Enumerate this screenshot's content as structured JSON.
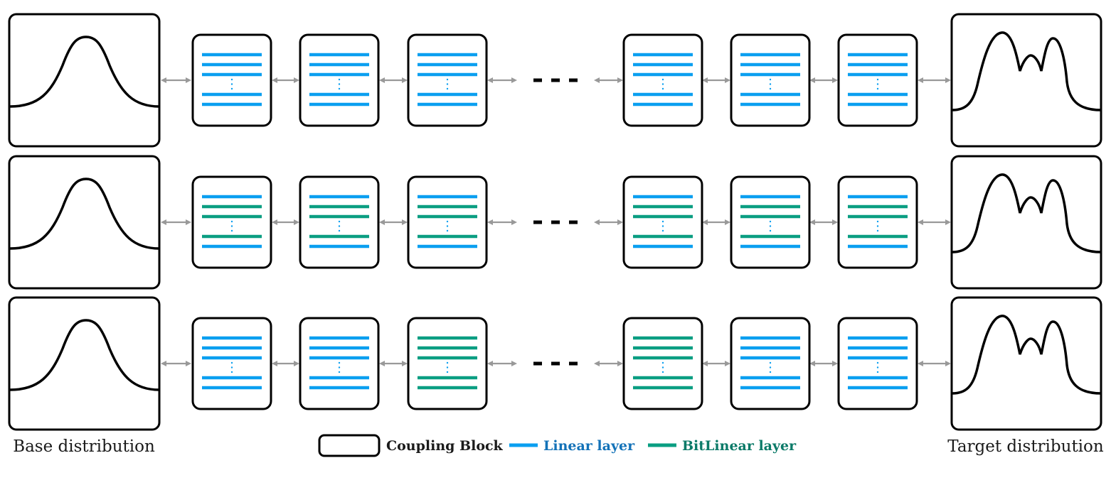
{
  "labels": {
    "base": "Base distribution",
    "target": "Target distribution"
  },
  "legend": {
    "coupling": "Coupling Block",
    "linear": "Linear layer",
    "bitlinear": "BitLinear layer"
  },
  "colors": {
    "linear": "#0a9ff0",
    "bitlinear": "#0a9e82",
    "linear_text": "#1372b8",
    "bitlinear_text": "#0b7a68",
    "arrow": "#999999",
    "stroke": "#000000"
  },
  "rows": [
    {
      "blocks": [
        [
          "L",
          "L",
          "L",
          "L",
          "L"
        ],
        [
          "L",
          "L",
          "L",
          "L",
          "L"
        ],
        [
          "L",
          "L",
          "L",
          "L",
          "L"
        ],
        [
          "L",
          "L",
          "L",
          "L",
          "L"
        ],
        [
          "L",
          "L",
          "L",
          "L",
          "L"
        ],
        [
          "L",
          "L",
          "L",
          "L",
          "L"
        ]
      ]
    },
    {
      "blocks": [
        [
          "L",
          "B",
          "B",
          "B",
          "L"
        ],
        [
          "L",
          "B",
          "B",
          "B",
          "L"
        ],
        [
          "L",
          "B",
          "B",
          "B",
          "L"
        ],
        [
          "L",
          "B",
          "B",
          "B",
          "L"
        ],
        [
          "L",
          "B",
          "B",
          "B",
          "L"
        ],
        [
          "L",
          "B",
          "B",
          "B",
          "L"
        ]
      ]
    },
    {
      "blocks": [
        [
          "L",
          "L",
          "L",
          "L",
          "L"
        ],
        [
          "L",
          "L",
          "L",
          "L",
          "L"
        ],
        [
          "B",
          "B",
          "B",
          "B",
          "B"
        ],
        [
          "B",
          "B",
          "B",
          "B",
          "B"
        ],
        [
          "L",
          "L",
          "L",
          "L",
          "L"
        ],
        [
          "L",
          "L",
          "L",
          "L",
          "L"
        ]
      ]
    }
  ]
}
